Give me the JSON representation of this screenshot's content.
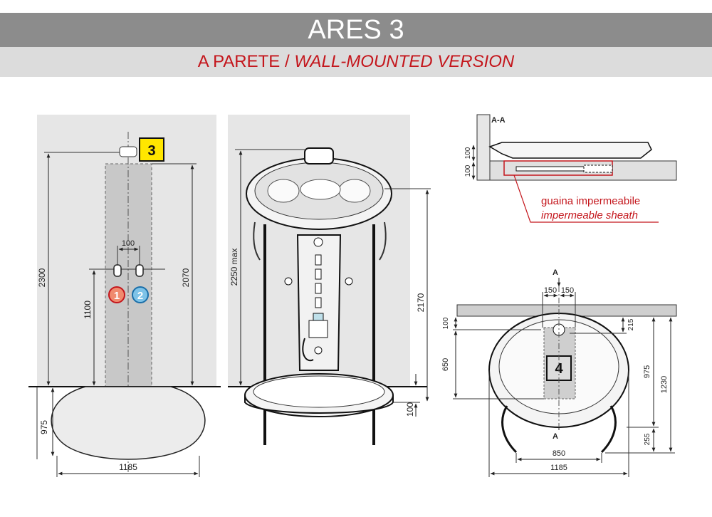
{
  "header": {
    "title": "ARES 3",
    "subtitle_it": "A PARETE",
    "subtitle_sep": " / ",
    "subtitle_en": "WALL-MOUNTED VERSION"
  },
  "colors": {
    "title_bar": "#8c8c8c",
    "subtitle_bar": "#dcdcdc",
    "accent_red": "#c4161c",
    "wall_grey": "#e6e6e6",
    "marker_yellow": "#ffe600",
    "inlet_hot": "#f08a6e",
    "inlet_cold": "#7ec3e8"
  },
  "left_view": {
    "dim_total_height": "2300",
    "dim_inlet_height": "1100",
    "dim_inlet_spacing": "100",
    "dim_column_height": "2070",
    "dim_depth": "975",
    "dim_width": "1185",
    "marker_3": "3",
    "inlet_1": "1",
    "inlet_2": "2"
  },
  "front_view": {
    "dim_max_height": "2250 max",
    "dim_body_height": "2170",
    "dim_tray_height": "100"
  },
  "section_view": {
    "section_label": "A-A",
    "dim_100_top": "100",
    "dim_100_bottom": "100",
    "sheath_label_it": "guaina impermeabile",
    "sheath_label_en": "impermeable sheath"
  },
  "plan_view": {
    "section_mark_top": "A",
    "section_mark_bottom": "A",
    "dim_half_left": "150",
    "dim_half_right": "150",
    "dim_offset": "215",
    "dim_100": "100",
    "dim_650": "650",
    "dim_975": "975",
    "dim_1230": "1230",
    "dim_255": "255",
    "dim_850": "850",
    "dim_1185": "1185",
    "marker_4": "4"
  }
}
